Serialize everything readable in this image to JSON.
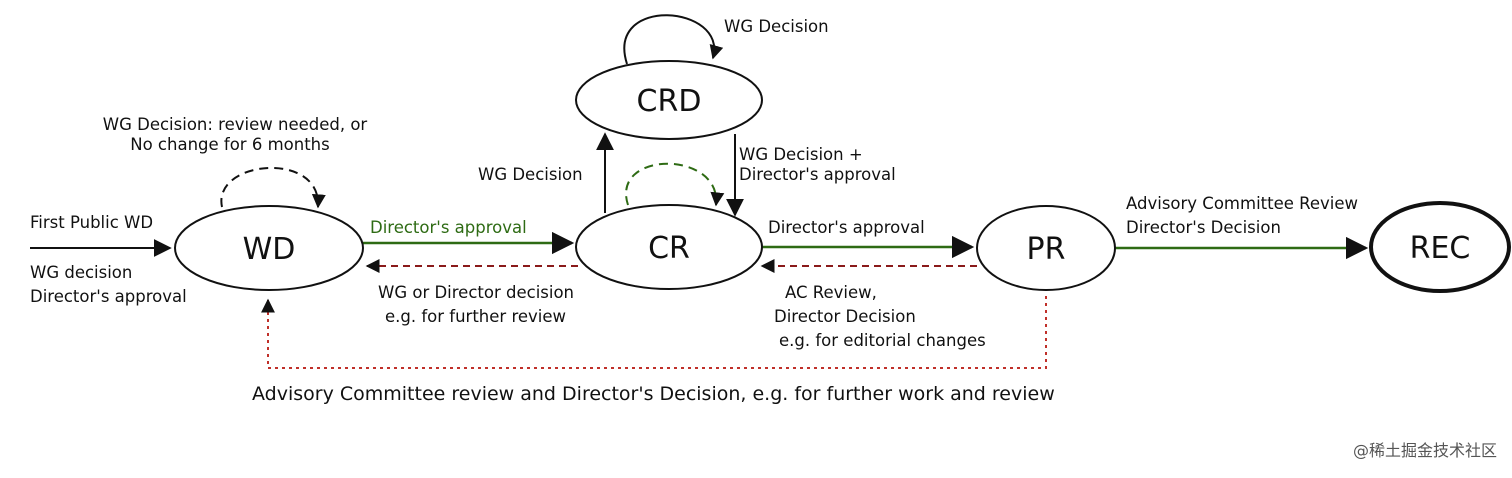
{
  "nodes": {
    "wd": "WD",
    "cr": "CR",
    "crd": "CRD",
    "pr": "PR",
    "rec": "REC"
  },
  "labels": {
    "first_public_wd": "First Public WD",
    "wg_decision_lower": "WG decision",
    "directors_approval_in": "Director's approval",
    "wd_loop_line1": "WG Decision: review needed, or",
    "wd_loop_line2": "No change for 6 months",
    "wd_to_cr": "Director's approval",
    "cr_to_wd_line1": "WG or Director decision",
    "cr_to_wd_line2": "e.g. for further review",
    "cr_to_crd": "WG Decision",
    "crd_loop": "WG Decision",
    "crd_to_cr_line1": "WG Decision +",
    "crd_to_cr_line2": "Director's approval",
    "cr_to_pr": "Director's approval",
    "pr_to_cr_line1": "AC Review,",
    "pr_to_cr_line2": "Director Decision",
    "pr_to_cr_line3": "e.g. for editorial changes",
    "pr_to_rec_line1": "Advisory Committee Review",
    "pr_to_rec_line2": "Director's Decision",
    "pr_to_wd": "Advisory Committee review and Director's Decision, e.g. for further work and review"
  },
  "watermark": "@稀土掘金技术社区",
  "colors": {
    "green": "#2e6b14",
    "red": "#8a1a1a",
    "black": "#111111"
  }
}
